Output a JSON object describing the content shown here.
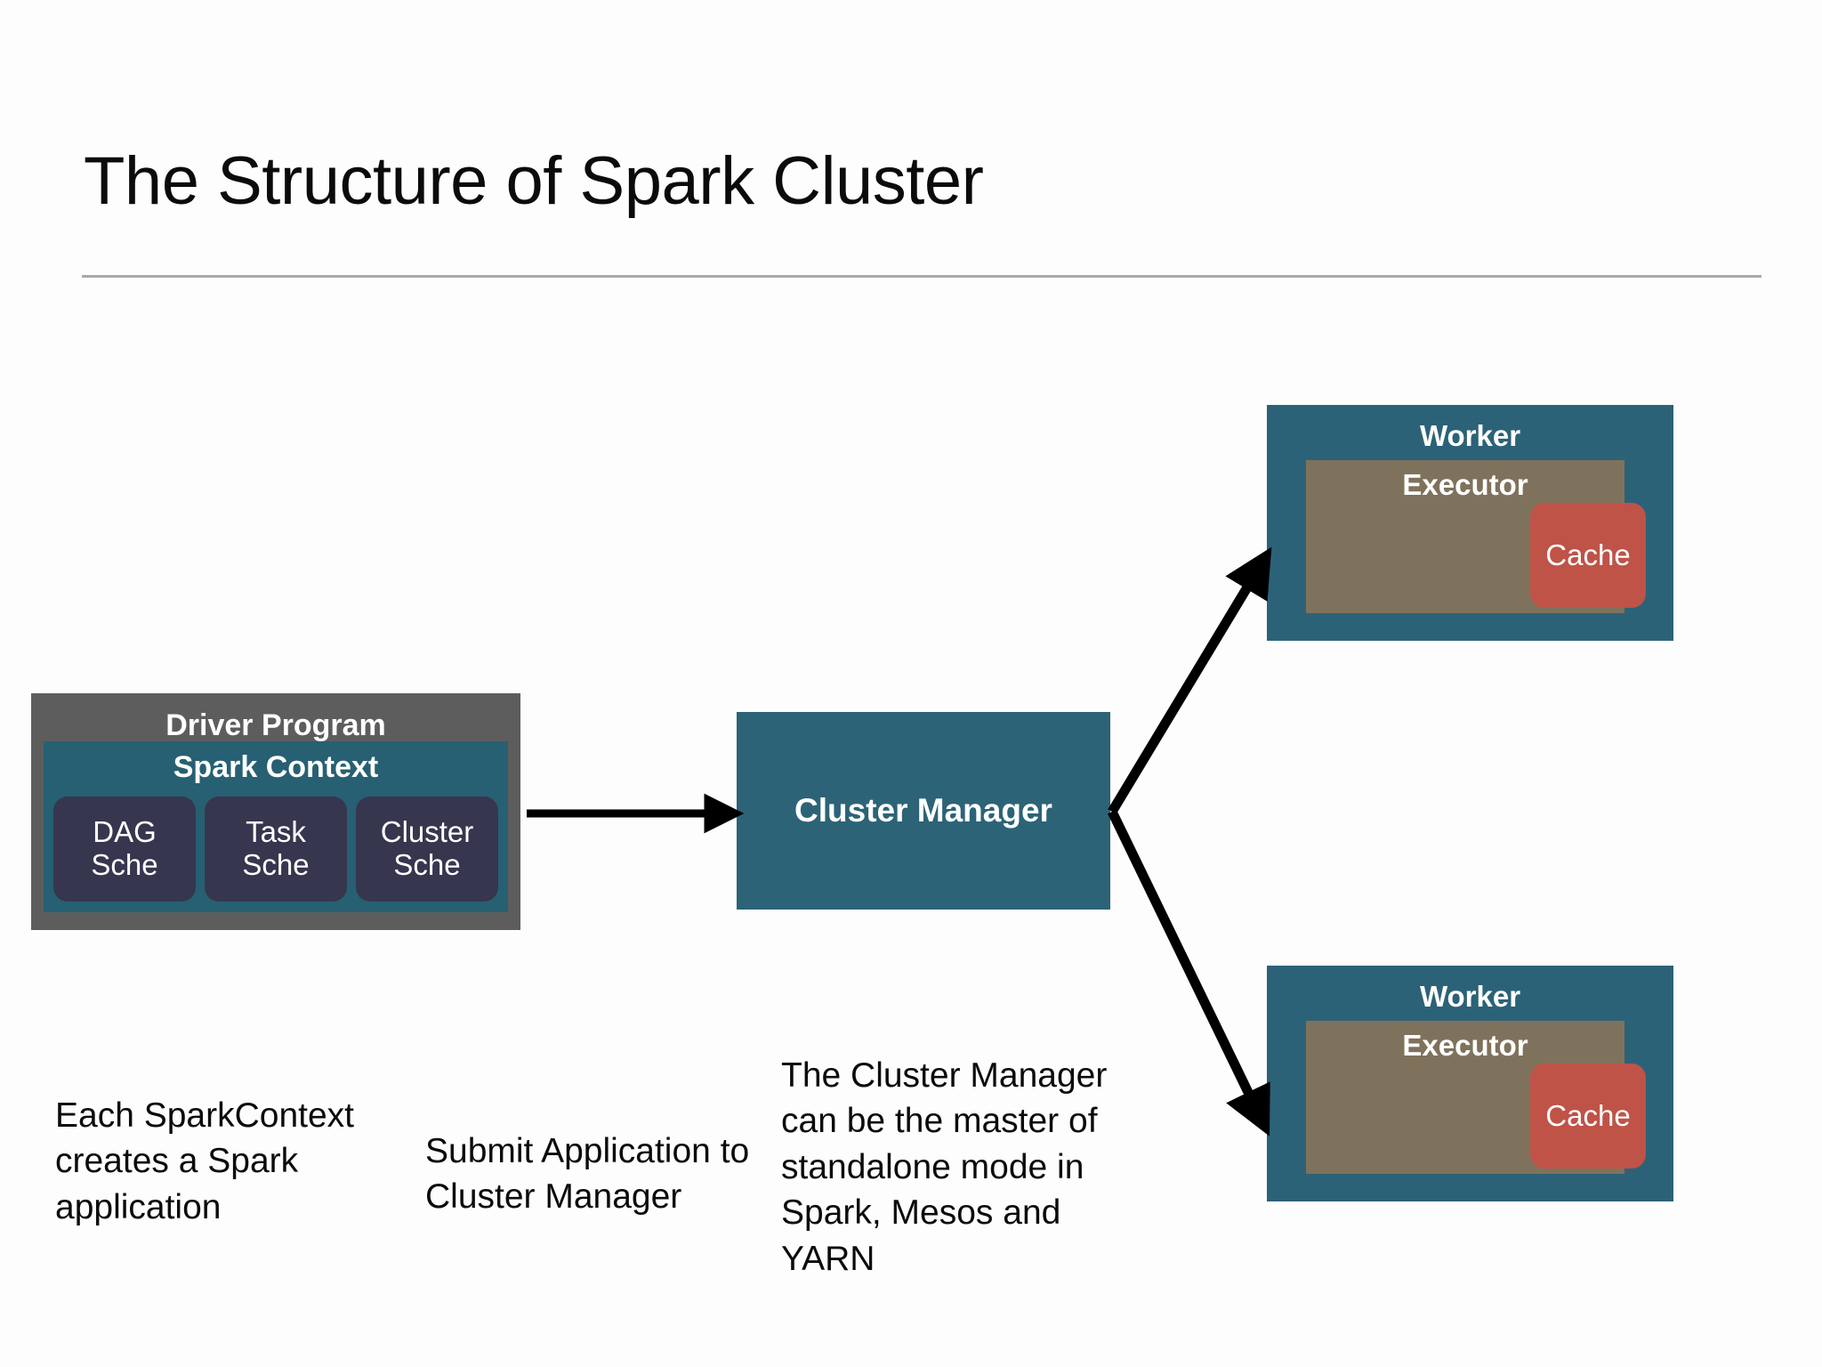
{
  "slide": {
    "title": "The Structure of Spark Cluster",
    "background_color": "#fdfdfd",
    "rule_color": "#a9a9a9"
  },
  "driver_program": {
    "label": "Driver Program",
    "background_color": "#5d5d5d",
    "spark_context": {
      "label": "Spark Context",
      "background_color": "#276072",
      "schedulers": [
        {
          "line1": "DAG",
          "line2": "Sche"
        },
        {
          "line1": "Task",
          "line2": "Sche"
        },
        {
          "line1": "Cluster",
          "line2": "Sche"
        }
      ],
      "scheduler_color": "#37364f"
    }
  },
  "cluster_manager": {
    "label": "Cluster Manager",
    "background_color": "#2c6377"
  },
  "workers": [
    {
      "label": "Worker",
      "background_color": "#2c6277",
      "executor": {
        "label": "Executor",
        "background_color": "#7f725c",
        "cache": {
          "label": "Cache",
          "background_color": "#bf5347"
        }
      }
    },
    {
      "label": "Worker",
      "background_color": "#2c6277",
      "executor": {
        "label": "Executor",
        "background_color": "#7f725c",
        "cache": {
          "label": "Cache",
          "background_color": "#bf5347"
        }
      }
    }
  ],
  "captions": [
    {
      "text": "Each SparkContext creates a Spark application"
    },
    {
      "text": "Submit Application to Cluster Manager"
    },
    {
      "text": "The Cluster Manager can be the master of standalone mode in Spark, Mesos and YARN"
    }
  ],
  "arrows": {
    "color": "#000000",
    "items": [
      {
        "name": "driver-to-cluster-manager"
      },
      {
        "name": "cluster-manager-to-worker-top"
      },
      {
        "name": "cluster-manager-to-worker-bottom"
      }
    ]
  }
}
